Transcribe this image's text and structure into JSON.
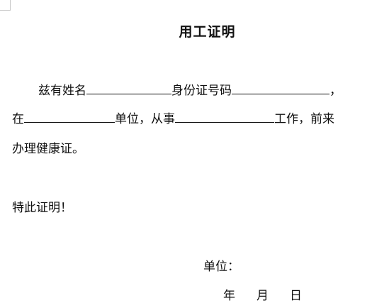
{
  "document": {
    "title": "用工证明",
    "line1": {
      "prefix": "兹有姓名",
      "middle": "身份证号码",
      "suffix": "，"
    },
    "line2": {
      "prefix": "在",
      "middle": "单位，从事",
      "suffix": "工作，前来"
    },
    "line3": "办理健康证。",
    "closing": "特此证明！",
    "unit_label": "单位：",
    "date": {
      "year": "年",
      "month": "月",
      "day": "日"
    }
  }
}
